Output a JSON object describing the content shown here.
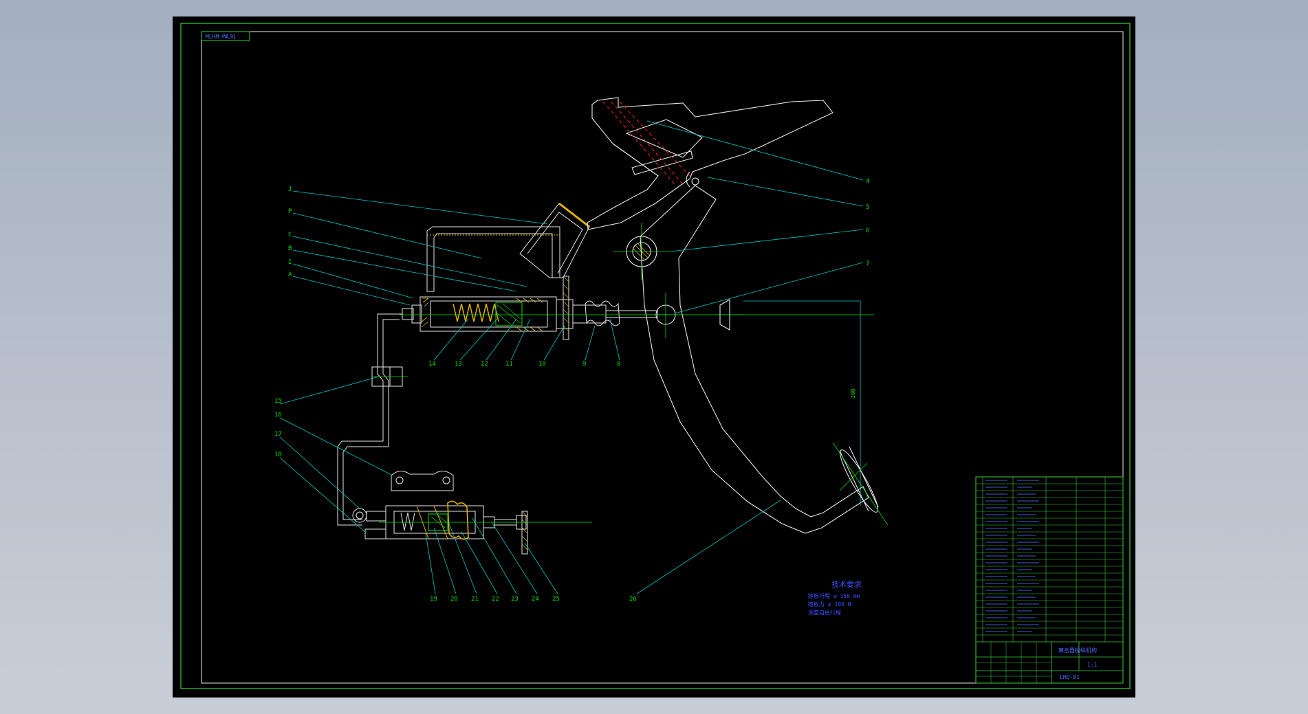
{
  "colors": {
    "background": "#a9b4c3",
    "paper": "#000000",
    "frame": "#39d139",
    "part_lines": "#e8e8e8",
    "leader_lines": "#00c8c8",
    "center_lines": "#00e000",
    "hidden_lines": "#e02020",
    "hatch": "#e6b400",
    "notes": "#3b50ff",
    "table_text": "#5070ff"
  },
  "title_tag": "MLHM-MAJQ",
  "labels": {
    "top_right": [
      "4",
      "5",
      "6",
      "7"
    ],
    "left_letters": [
      "J",
      "P",
      "C",
      "B",
      "I",
      "A"
    ],
    "master_bottom": [
      "14",
      "13",
      "12",
      "11",
      "10",
      "9",
      "8"
    ],
    "left_middle": [
      "15",
      "16",
      "17",
      "18"
    ],
    "slave_bottom": [
      "19",
      "20",
      "21",
      "22",
      "23",
      "24",
      "25"
    ],
    "pedal": "26",
    "dimension": "100"
  },
  "technical_notes": {
    "title": "技术要求",
    "lines": [
      "踏板行程 ≤ 150 mm",
      "踏板力 ≤ 100 N",
      "调整自由行程"
    ]
  },
  "title_block": {
    "name": "离合器操纵机构",
    "drawing_no": "LHQ-01",
    "sheet": "1:1"
  },
  "icons": [
    "pivot-bolt-icon",
    "spring-coil-icon"
  ]
}
